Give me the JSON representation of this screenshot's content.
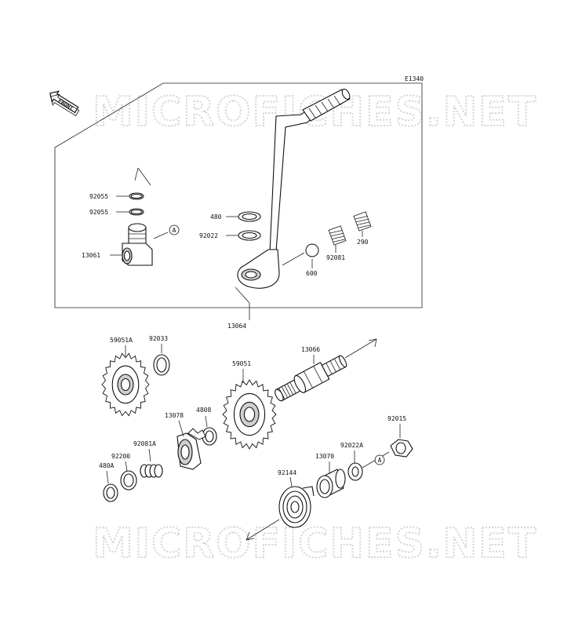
{
  "diagram": {
    "code": "E1340",
    "front_label": "FRONT",
    "watermark": "MICROFICHES.NET",
    "ref_mark": "A",
    "parts": {
      "p92055_top": "92055",
      "p92055_bot": "92055",
      "p13061": "13061",
      "p480": "480",
      "p92022": "92022",
      "p92081": "92081",
      "p290": "290",
      "p600": "600",
      "p13064": "13064",
      "p59051A": "59051A",
      "p92033": "92033",
      "p13066": "13066",
      "p59051": "59051",
      "p13078": "13078",
      "p4808": "4808",
      "p92015": "92015",
      "p92081A": "92081A",
      "p92200": "92200",
      "p480A": "480A",
      "p92022A": "92022A",
      "p13070": "13070",
      "p92144": "92144"
    }
  }
}
